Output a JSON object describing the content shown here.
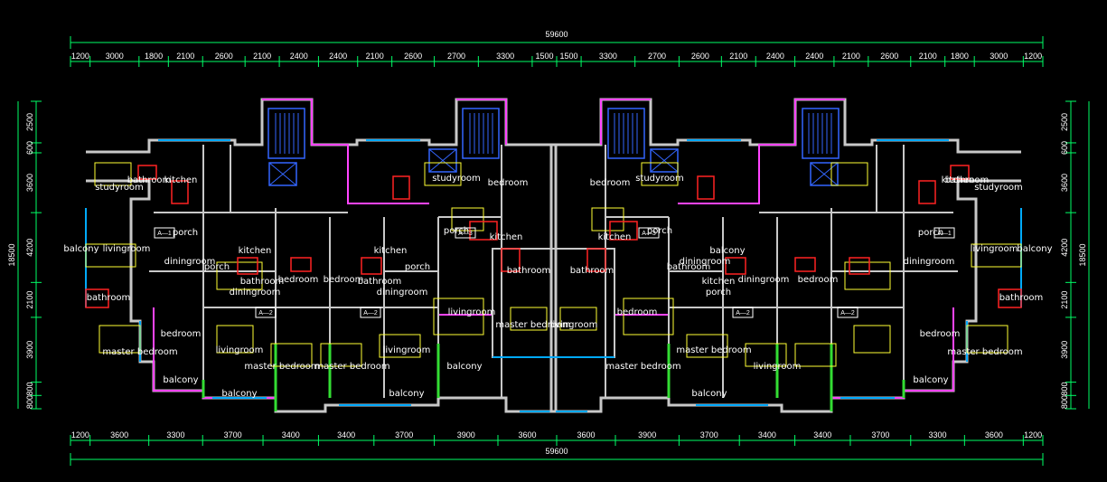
{
  "overall_dimension": "59600",
  "top_segments": [
    "1200",
    "3000",
    "1800",
    "2100",
    "2600",
    "2100",
    "2400",
    "2400",
    "2100",
    "2600",
    "2700",
    "3300",
    "1500",
    "1500",
    "3300",
    "2700",
    "2600",
    "2100",
    "2400",
    "2400",
    "2100",
    "2600",
    "2100",
    "1800",
    "3000",
    "1200"
  ],
  "bottom_segments": [
    "1200",
    "3600",
    "3300",
    "3700",
    "3400",
    "3400",
    "3700",
    "3900",
    "3600",
    "3600",
    "3900",
    "3700",
    "3400",
    "3400",
    "3700",
    "3300",
    "3600",
    "1200"
  ],
  "left_segments": [
    "2500",
    "600",
    "3600",
    "4200",
    "2100",
    "3900",
    "800",
    "800"
  ],
  "right_segments": [
    "2500",
    "600",
    "3600",
    "4200",
    "2100",
    "3900",
    "800",
    "800"
  ],
  "total_depth": "18500",
  "colors": {
    "dimension": "#00ff66",
    "wall": "#c8c8c8",
    "accent_wall": "#ff44ff",
    "window": "#00aaff",
    "stair": "#3366ff",
    "furniture": "#ffff33",
    "fixture_red": "#ff2222",
    "green_wall": "#33dd33"
  },
  "rooms": [
    {
      "label": "studyroom"
    },
    {
      "label": "bathroom"
    },
    {
      "label": "kitchen"
    },
    {
      "label": "porch"
    },
    {
      "label": "balcony"
    },
    {
      "label": "livingroom"
    },
    {
      "label": "diningroom"
    },
    {
      "label": "porch"
    },
    {
      "label": "bathroom"
    },
    {
      "label": "bedroom"
    },
    {
      "label": "master  bedroom"
    },
    {
      "label": "balcony"
    },
    {
      "label": "kitchen"
    },
    {
      "label": "bathroom"
    },
    {
      "label": "diningroom"
    },
    {
      "label": "bedroom"
    },
    {
      "label": "livingroom"
    },
    {
      "label": "master  bedroom"
    },
    {
      "label": "balcony"
    },
    {
      "label": "kitchen"
    },
    {
      "label": "porch"
    },
    {
      "label": "bathroom"
    },
    {
      "label": "diningroom"
    },
    {
      "label": "bedroom"
    },
    {
      "label": "master  bedroom"
    },
    {
      "label": "livingroom"
    },
    {
      "label": "balcony"
    },
    {
      "label": "studyroom"
    },
    {
      "label": "bedroom"
    },
    {
      "label": "porch"
    },
    {
      "label": "kitchen"
    },
    {
      "label": "bathroom"
    },
    {
      "label": "livingroom"
    },
    {
      "label": "master  bedroom"
    },
    {
      "label": "balcony"
    },
    {
      "label": "bedroom"
    },
    {
      "label": "studyroom"
    },
    {
      "label": "kitchen"
    },
    {
      "label": "porch"
    },
    {
      "label": "bathroom"
    },
    {
      "label": "diningroom"
    },
    {
      "label": "bedroom"
    },
    {
      "label": "livingroom"
    },
    {
      "label": "master  bedroom"
    },
    {
      "label": "balcony"
    },
    {
      "label": "kitchen"
    },
    {
      "label": "bathroom"
    },
    {
      "label": "porch"
    },
    {
      "label": "diningroom"
    },
    {
      "label": "bedroom"
    },
    {
      "label": "master  bedroom"
    },
    {
      "label": "livingroom"
    },
    {
      "label": "balcony"
    },
    {
      "label": "studyroom"
    },
    {
      "label": "kitchen"
    },
    {
      "label": "bathroom"
    },
    {
      "label": "porch"
    },
    {
      "label": "balcony"
    },
    {
      "label": "livingroom"
    },
    {
      "label": "diningroom"
    },
    {
      "label": "bathroom"
    },
    {
      "label": "bedroom"
    },
    {
      "label": "master  bedroom"
    },
    {
      "label": "balcony"
    }
  ],
  "unit_tags": [
    "A—1",
    "A—2",
    "A—2",
    "A—3",
    "A—3",
    "A—2",
    "A—2",
    "A—1"
  ]
}
